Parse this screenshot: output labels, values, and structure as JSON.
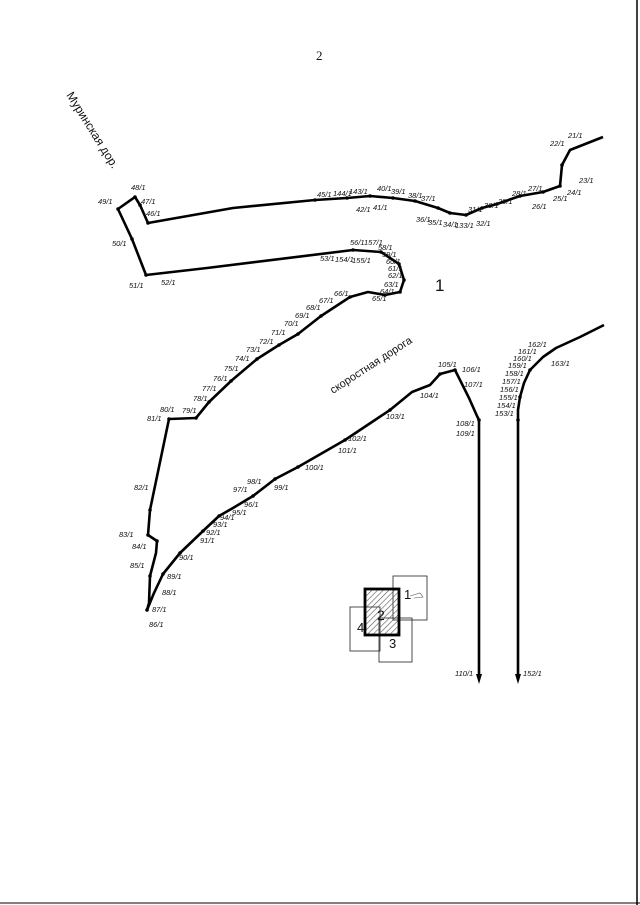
{
  "page": {
    "number": "2",
    "section_label": "1"
  },
  "roads": {
    "murinskaya": "Муринская дор.",
    "expressway": "скоростная дорога"
  },
  "index_sheet": {
    "labels": [
      "1",
      "2",
      "3",
      "4"
    ]
  },
  "points": {
    "a": [
      "21/1",
      "22/1",
      "23/1",
      "24/1",
      "25/1",
      "26/1",
      "27/1",
      "28/1",
      "29/1",
      "30/1",
      "31/1",
      "32/1",
      "133/1",
      "34/1",
      "35/1",
      "36/1",
      "37/1",
      "38/1",
      "39/1",
      "40/1",
      "41/1",
      "42/1",
      "143/1",
      "144/1",
      "45/1",
      "46/1",
      "47/1",
      "48/1",
      "49/1",
      "50/1",
      "51/1",
      "52/1",
      "53/1",
      "154/1",
      "155/1",
      "56/1",
      "157/1",
      "58/1",
      "59/1",
      "60/1",
      "61/1",
      "62/1",
      "63/1",
      "64/1",
      "65/1",
      "66/1",
      "67/1",
      "68/1",
      "69/1",
      "70/1",
      "71/1",
      "72/1",
      "73/1",
      "74/1",
      "75/1",
      "76/1",
      "77/1",
      "78/1",
      "79/1",
      "80/1",
      "81/1",
      "82/1",
      "83/1",
      "84/1",
      "85/1",
      "86/1",
      "87/1",
      "88/1",
      "89/1",
      "90/1",
      "91/1",
      "92/1",
      "93/1",
      "94/1",
      "95/1",
      "96/1",
      "97/1",
      "98/1",
      "99/1",
      "100/1",
      "101/1",
      "102/1",
      "103/1",
      "104/1",
      "105/1",
      "106/1",
      "107/1",
      "108/1",
      "109/1",
      "110/1"
    ],
    "b": [
      "152/1",
      "153/1",
      "154/1",
      "155/1",
      "156/1",
      "157/1",
      "158/1",
      "159/1",
      "160/1",
      "161/1",
      "162/1",
      "163/1"
    ]
  }
}
